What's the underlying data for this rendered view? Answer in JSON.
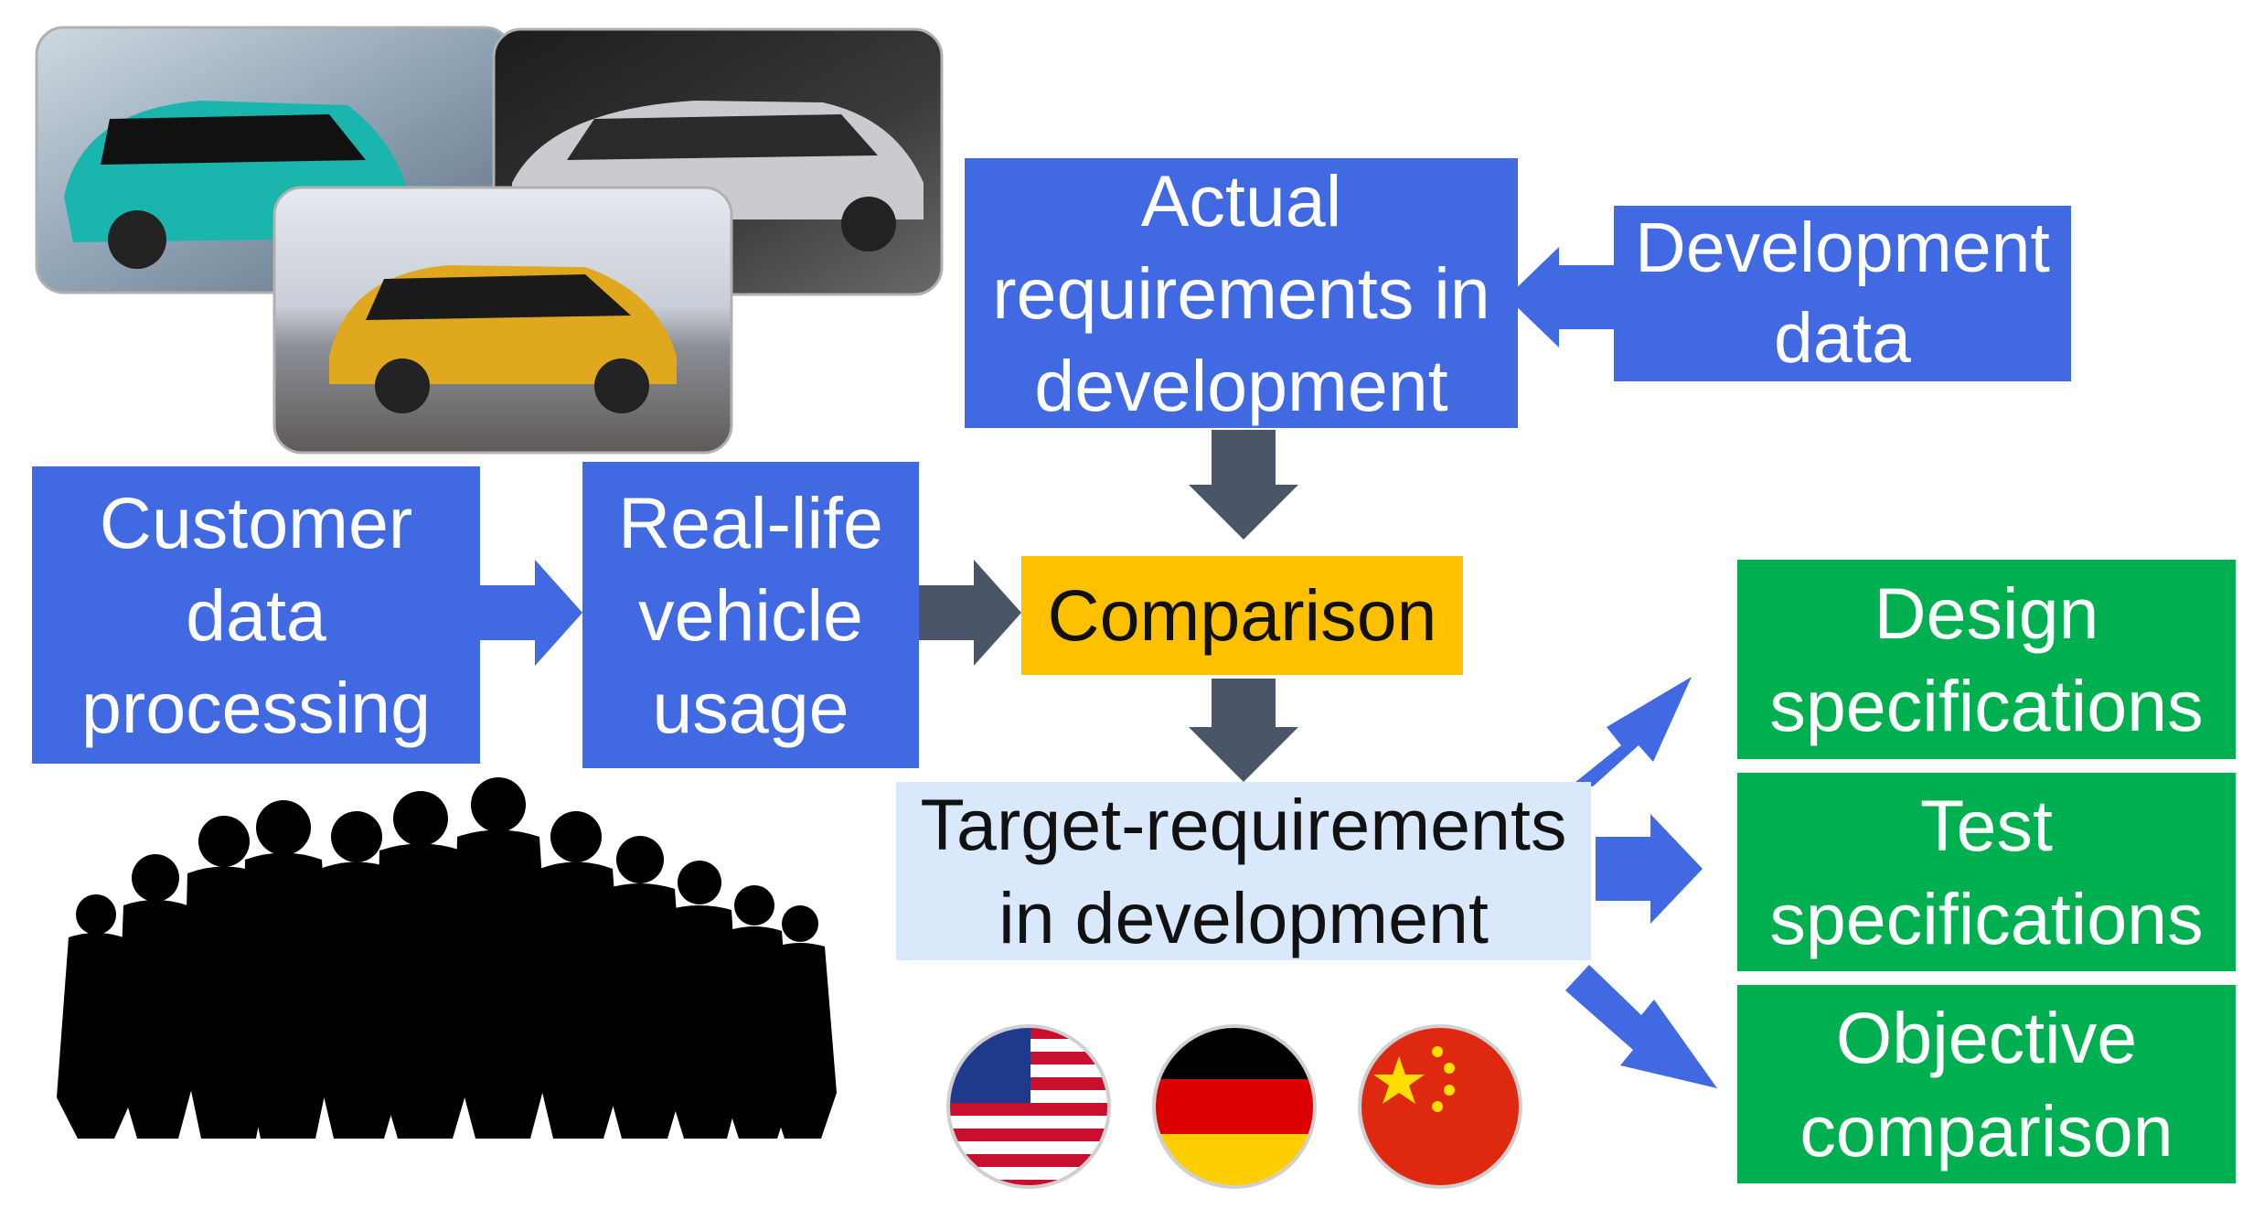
{
  "colors": {
    "blue": "#4169e1",
    "orange": "#ffc000",
    "light_blue": "#dae8fc",
    "green": "#00b050",
    "arrow_dark": "#4a5568",
    "arrow_blue": "#4169e1"
  },
  "nodes": {
    "actual_requirements": "Actual\nrequirements in\ndevelopment",
    "development_data": "Development\ndata",
    "customer_data": "Customer\ndata\nprocessing",
    "real_life_usage": "Real-life\nvehicle\nusage",
    "comparison": "Comparison",
    "target_requirements": "Target-requirements\nin development",
    "design_specs": "Design\nspecifications",
    "test_specs": "Test\nspecifications",
    "objective_comparison": "Objective\ncomparison"
  },
  "images": {
    "photos": [
      "car-photo-teal-hatchback",
      "car-photo-silver-suv",
      "car-photo-yellow-suv"
    ],
    "people": "people-silhouette-group",
    "flags": [
      "usa-flag-icon",
      "germany-flag-icon",
      "china-flag-icon"
    ]
  }
}
